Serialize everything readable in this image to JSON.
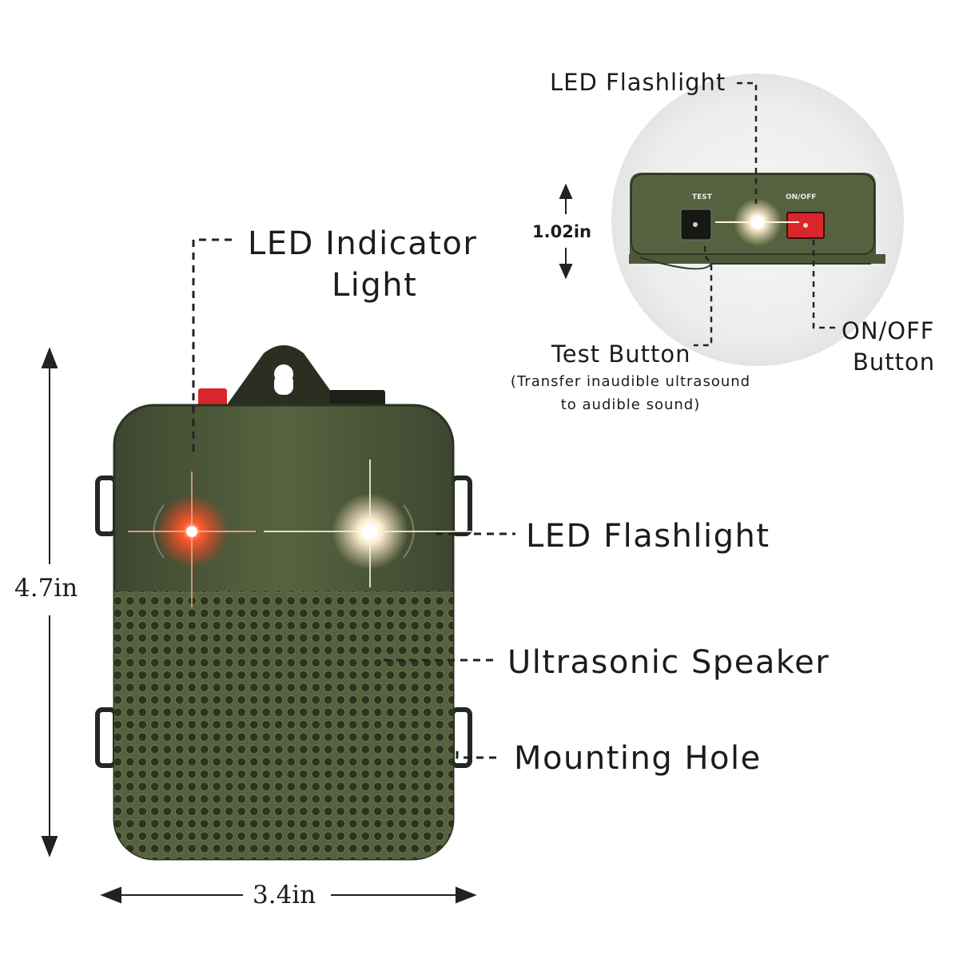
{
  "labels": {
    "led_indicator_line1": "LED Indicator",
    "led_indicator_line2": "Light",
    "led_flashlight": "LED Flashlight",
    "ultrasonic_speaker": "Ultrasonic Speaker",
    "mounting_hole": "Mounting Hole",
    "inset_led_flashlight": "LED Flashlight",
    "test_button": "Test Button",
    "test_button_note_line1": "(Transfer inaudible ultrasound",
    "test_button_note_line2": "to audible sound)",
    "onoff_line1": "ON/OFF",
    "onoff_line2": "Button",
    "switch_test": "TEST",
    "switch_onoff": "ON/OFF"
  },
  "dimensions": {
    "height": "4.7in",
    "width": "3.4in",
    "inset_height": "1.02in"
  },
  "colors": {
    "device_body": "#4e5a3a",
    "device_dark": "#2f3626",
    "indicator_led": "#ff4a2a",
    "flashlight_led": "#fff6e0",
    "switch_red": "#d8262a"
  }
}
